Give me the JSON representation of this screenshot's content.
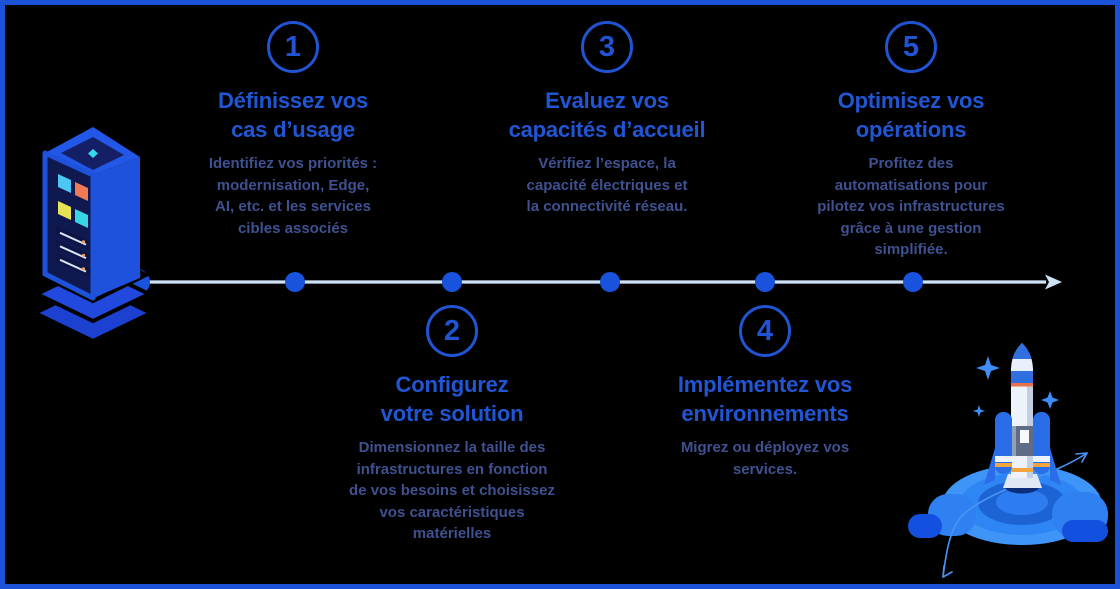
{
  "diagram": {
    "title_hint": "5-step infrastructure deployment timeline (French)",
    "steps": [
      {
        "number": "1",
        "title": "Définissez vos\ncas d’usage",
        "description": "Identifiez vos priorités :\nmodernisation, Edge,\nAI, etc. et les services\ncibles associés"
      },
      {
        "number": "2",
        "title": "Configurez\nvotre solution",
        "description": "Dimensionnez la taille des\ninfrastructures en fonction\nde vos besoins et choisissez\nvos caractéristiques\nmatérielles"
      },
      {
        "number": "3",
        "title": "Evaluez vos\ncapacités d’accueil",
        "description": "Vérifiez l’espace, la\ncapacité électriques et\nla connectivité réseau."
      },
      {
        "number": "4",
        "title": "Implémentez vos\nenvironnements",
        "description": "Migrez ou déployez vos\nservices."
      },
      {
        "number": "5",
        "title": "Optimisez vos\nopérations",
        "description": "Profitez des\nautomatisations pour\npilotez vos infrastructures\ngrâce à une gestion\nsimplifiée."
      }
    ],
    "icons": {
      "start": "server-icon",
      "end": "rocket-icon"
    },
    "colors": {
      "frame_border": "#1a52d8",
      "background": "#000000",
      "heading_blue": "#2056d4",
      "body_text": "#3f5190",
      "timeline_line": "#cfe3f7",
      "timeline_dot": "#1952dc"
    }
  }
}
